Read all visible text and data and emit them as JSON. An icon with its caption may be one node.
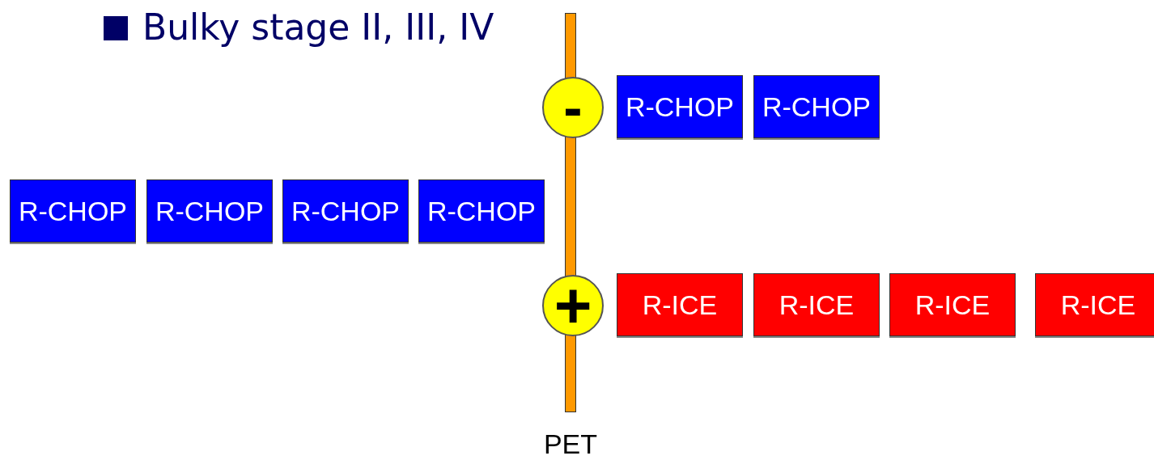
{
  "diagram": {
    "title": "Bulky stage II, III, IV",
    "nodes": [
      {
        "text": [],
        "shape": "bar",
        "beside": [
          "PET"
        ]
      },
      {
        "text": [
          "-"
        ]
      },
      {
        "text": [
          "R-CHOP"
        ]
      },
      {
        "text": [
          "R-CHOP"
        ]
      },
      {
        "text": [
          "R-CHOP"
        ]
      },
      {
        "text": [
          "R-CHOP"
        ]
      },
      {
        "text": [
          "R-CHOP"
        ]
      },
      {
        "text": [
          "R-CHOP"
        ]
      },
      {
        "text": [
          "+"
        ]
      },
      {
        "text": [
          "R-ICE"
        ]
      },
      {
        "text": [
          "R-ICE"
        ]
      },
      {
        "text": [
          "R-ICE"
        ]
      },
      {
        "text": [
          "R-ICE"
        ]
      }
    ],
    "edges": []
  }
}
